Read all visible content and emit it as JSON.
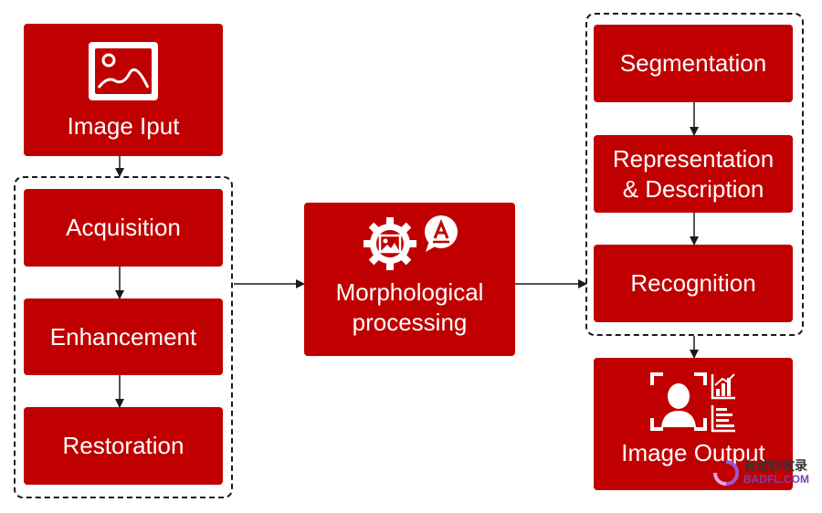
{
  "nodes": {
    "image_input": "Image Iput",
    "acquisition": "Acquisition",
    "enhancement": "Enhancement",
    "restoration": "Restoration",
    "morphological": [
      "Morphological",
      "processing"
    ],
    "segmentation": "Segmentation",
    "representation": [
      "Representation",
      "& Description"
    ],
    "recognition": "Recognition",
    "image_output": "Image Output"
  },
  "icons": {
    "input": "image-frame-icon",
    "morph_gear": "gear-image-icon",
    "morph_bubble": "letter-bubble-icon",
    "output_face": "face-scan-icon",
    "output_chart": "bar-chart-icon",
    "output_doc": "document-lines-icon"
  },
  "watermark": {
    "line1": "自动秒收录",
    "line2": "BADFL.COM"
  },
  "colors": {
    "box": "#c00000",
    "text": "#ffffff",
    "line": "#1a1a1a"
  }
}
